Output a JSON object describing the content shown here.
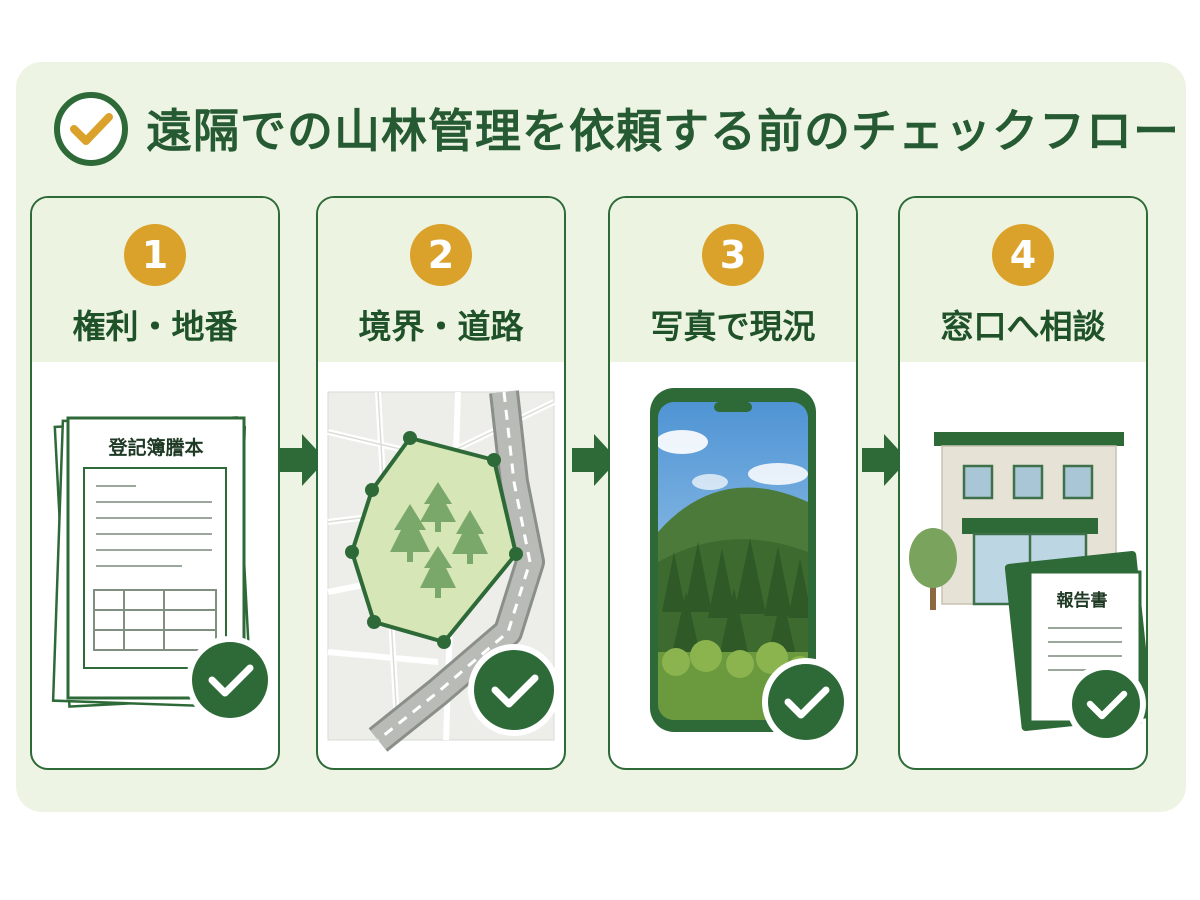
{
  "title": "遠隔での山林管理を依頼する前のチェックフロー",
  "colors": {
    "dark_green": "#2e6a38",
    "accent_gold": "#daa22a",
    "panel_bg": "#eef4e3",
    "card_header_bg": "#ecf3e0"
  },
  "steps": [
    {
      "number": "1",
      "label": "権利・地番",
      "illustration": "registry-document-icon",
      "document_title": "登記簿謄本",
      "checked": true
    },
    {
      "number": "2",
      "label": "境界・道路",
      "illustration": "boundary-map-icon",
      "checked": true
    },
    {
      "number": "3",
      "label": "写真で現況",
      "illustration": "smartphone-forest-photo-icon",
      "checked": true
    },
    {
      "number": "4",
      "label": "窓口へ相談",
      "illustration": "office-and-report-icon",
      "document_title": "報告書",
      "checked": true
    }
  ]
}
